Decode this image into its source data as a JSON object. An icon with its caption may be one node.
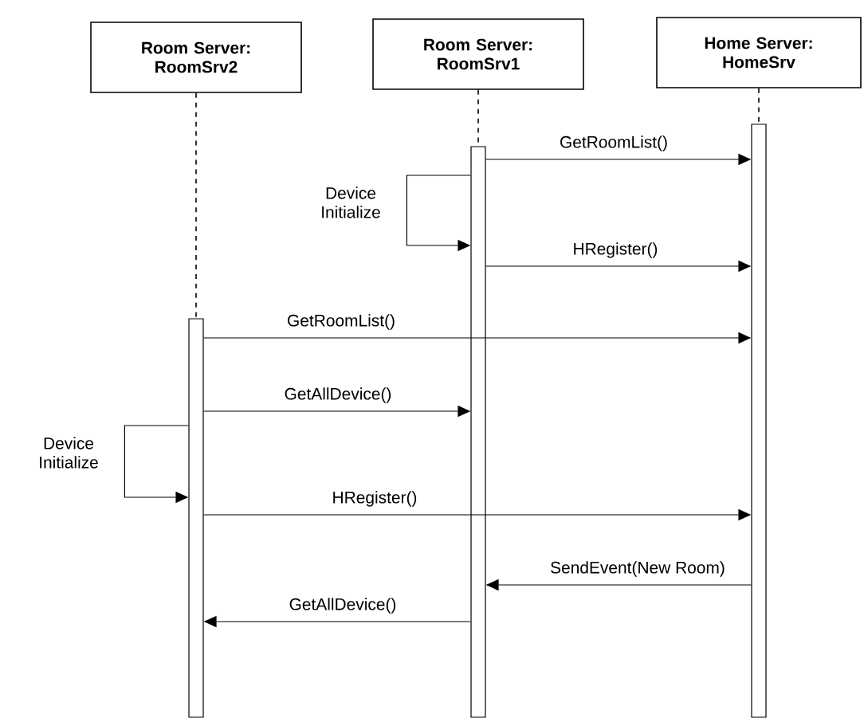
{
  "diagram": {
    "nodes": [
      {
        "text": [
          "Room Server: RoomSrv2"
        ]
      },
      {
        "text": [
          "Room Server: RoomSrv1"
        ]
      },
      {
        "text": [
          "Home Server: HomeSrv"
        ]
      },
      {
        "text": [],
        "shape": "bar"
      },
      {
        "text": [],
        "shape": "bar"
      },
      {
        "text": [],
        "shape": "bar"
      }
    ],
    "edges": [
      {
        "from": 0,
        "to": 3,
        "arrow": "none",
        "style": "dashed"
      },
      {
        "from": 1,
        "to": 4,
        "arrow": "none",
        "style": "dashed"
      },
      {
        "from": 2,
        "to": 5,
        "arrow": "none",
        "style": "dashed"
      },
      {
        "from": 4,
        "to": 5,
        "arrow": "to",
        "label": "GetRoomList()"
      },
      {
        "from": 4,
        "to": 4,
        "arrow": "to",
        "label": "Device Initialize"
      },
      {
        "from": 4,
        "to": 5,
        "arrow": "to",
        "label": "HRegister()"
      },
      {
        "from": 3,
        "to": 5,
        "arrow": "to",
        "label": "GetRoomList()"
      },
      {
        "from": 3,
        "to": 4,
        "arrow": "to",
        "label": "GetAllDevice()"
      },
      {
        "from": 3,
        "to": 3,
        "arrow": "to",
        "label": "Device Initialize"
      },
      {
        "from": 3,
        "to": 5,
        "arrow": "to",
        "label": "HRegister()"
      },
      {
        "from": 5,
        "to": 4,
        "arrow": "to",
        "label": "SendEvent(New Room)"
      },
      {
        "from": 4,
        "to": 3,
        "arrow": "to",
        "label": "GetAllDevice()"
      }
    ]
  }
}
